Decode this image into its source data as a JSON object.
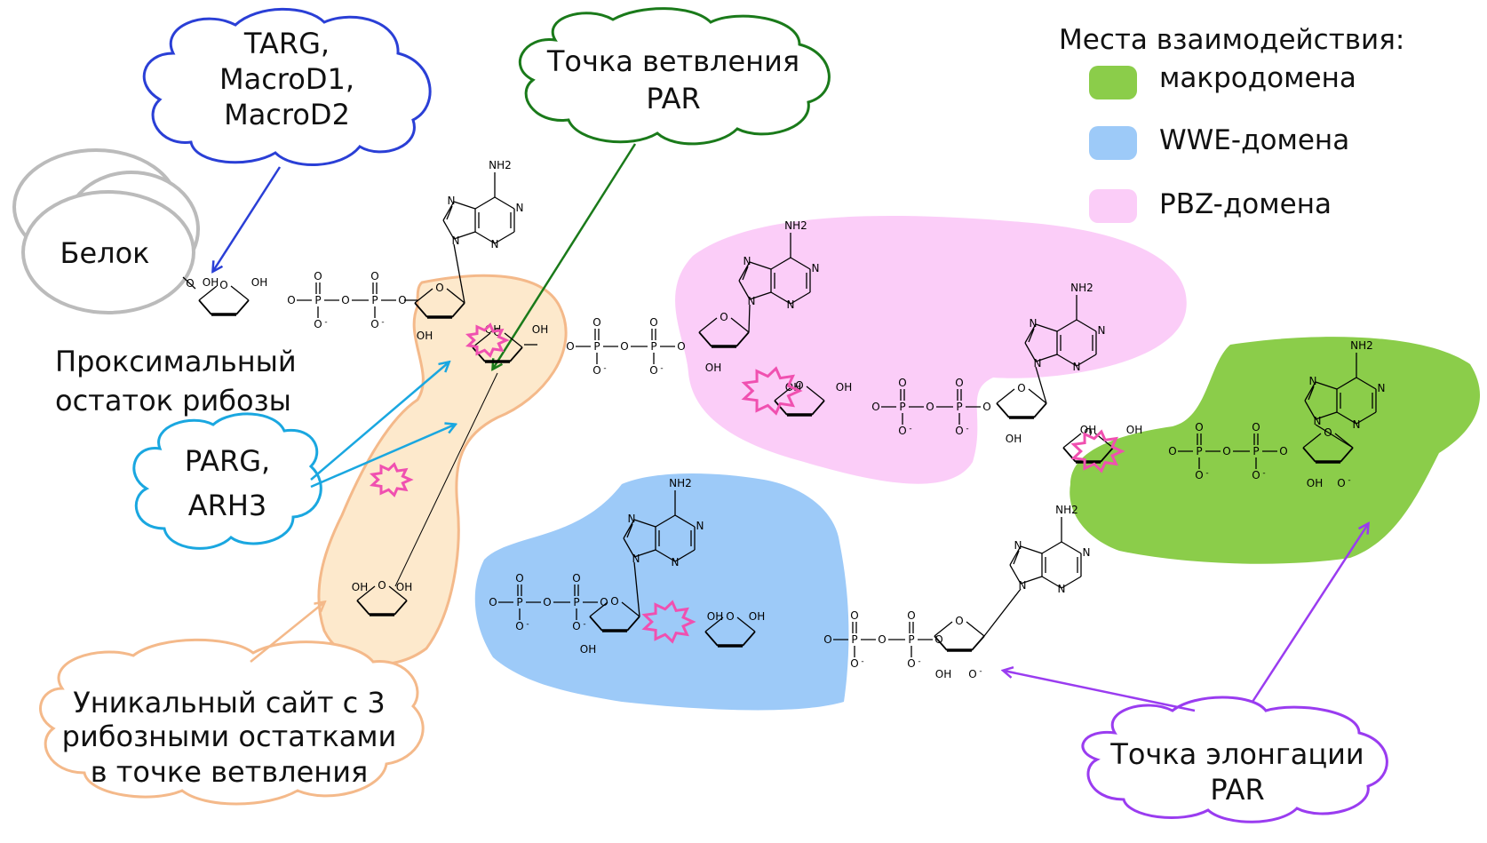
{
  "legend": {
    "title": "Места взаимодействия:",
    "items": [
      {
        "label": "макродомена",
        "color": "#8bcd4a"
      },
      {
        "label": "WWE-домена",
        "color": "#9dcaf8"
      },
      {
        "label": "PBZ-домена",
        "color": "#fbcdf8"
      }
    ]
  },
  "protein": {
    "label": "Белок"
  },
  "clouds": {
    "targ": {
      "lines": [
        "TARG,",
        "MacroD1,",
        "MacroD2"
      ],
      "color": "#2a3fd6"
    },
    "branch_point": {
      "lines": [
        "Точка ветвления",
        "PAR"
      ],
      "color": "#1a7a1a"
    },
    "parg": {
      "lines": [
        "PARG,",
        "ARH3"
      ],
      "color": "#1aa7e0"
    },
    "unique_site": {
      "lines": [
        "Уникальный сайт с 3",
        "рибозными остатками",
        "в точке ветвления"
      ],
      "color": "#f4b98a"
    },
    "elongation": {
      "lines": [
        "Точка элонгации",
        "PAR"
      ],
      "color": "#9a3cf0"
    }
  },
  "proximal_label": {
    "lines": [
      "Проксимальный",
      "остаток рибозы"
    ]
  },
  "chem": {
    "nh2": "NH2",
    "oh": "OH",
    "o": "O",
    "p": "P",
    "n": "N",
    "minus": "-"
  },
  "colors": {
    "branch_highlight": "#fde9cc",
    "branch_outline": "#f4b98a",
    "cleavage": "#f050b0"
  }
}
